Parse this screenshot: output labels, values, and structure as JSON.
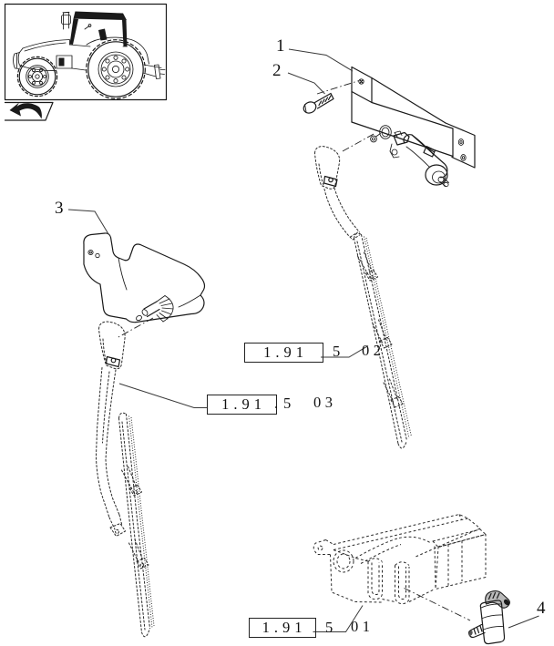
{
  "page": {
    "background": "#ffffff",
    "line_color": "#1a1a1a",
    "leader_color": "#3a3a3a"
  },
  "figure": {
    "callouts": [
      {
        "num": "1"
      },
      {
        "num": "2"
      },
      {
        "num": "3"
      },
      {
        "num": "4"
      }
    ],
    "refs": {
      "r02": {
        "section": "1.91",
        "group": "5",
        "sheet": "02"
      },
      "r03": {
        "section": "1.91",
        "separator": ".",
        "group": "5",
        "sheet": "03"
      },
      "r01": {
        "section": "1.91",
        "group": "5",
        "sheet": "01"
      }
    }
  }
}
